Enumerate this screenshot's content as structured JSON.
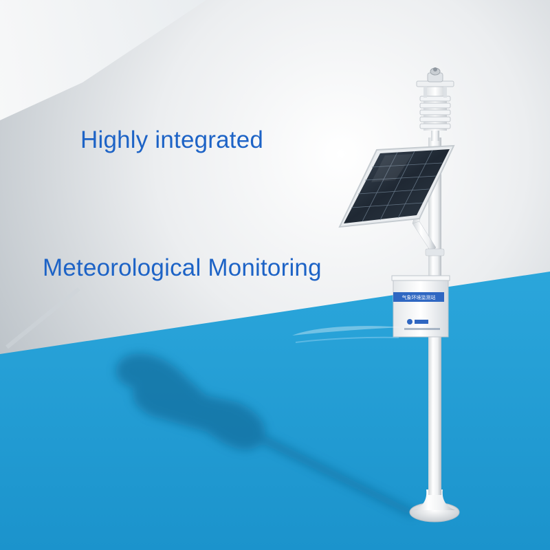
{
  "headline_primary": "Highly integrated",
  "headline_secondary": "Meteorological Monitoring",
  "enclosure_label": "气象环境监测站",
  "colors": {
    "headline_text": "#1d63c6",
    "floor_blue": "#1d9bd4",
    "wall_light": "#eef0f2",
    "pole_white": "#f4f5f6"
  }
}
